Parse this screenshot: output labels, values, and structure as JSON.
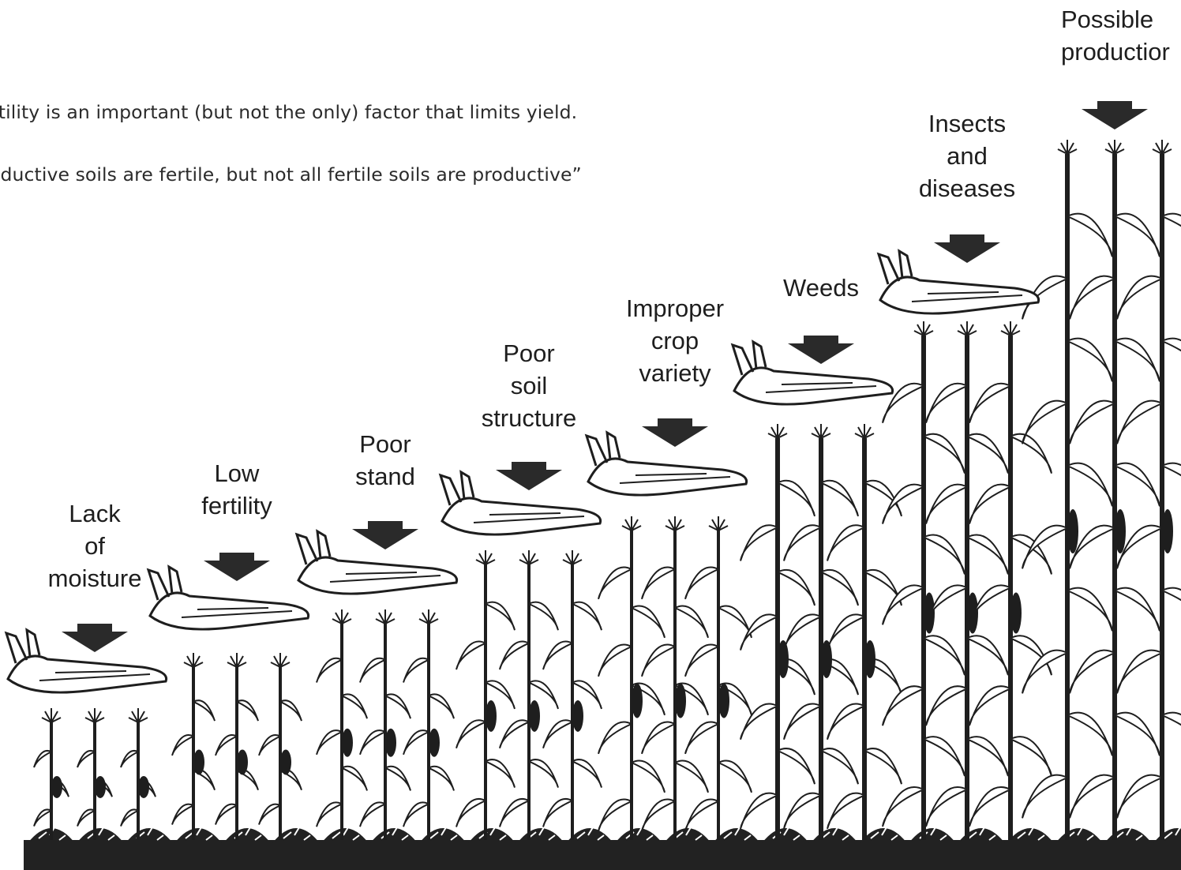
{
  "text": {
    "line1": "rtility is an important (but not the only) factor that limits yield.",
    "line2": "oductive soils are fertile, but not all fertile soils are productive”"
  },
  "factors": [
    {
      "lines": [
        "Lack",
        "of",
        "moisture"
      ]
    },
    {
      "lines": [
        "Low",
        "fertility"
      ]
    },
    {
      "lines": [
        "Poor",
        "stand"
      ]
    },
    {
      "lines": [
        "Poor",
        "soil",
        "structure"
      ]
    },
    {
      "lines": [
        "Improper",
        "crop",
        "variety"
      ]
    },
    {
      "lines": [
        "Weeds"
      ]
    },
    {
      "lines": [
        "Insects",
        "and",
        "diseases"
      ]
    },
    {
      "lines": [
        "Possible",
        "productior"
      ]
    }
  ],
  "colors": {
    "ink": "#1e1e1e",
    "arrow": "#2a2a2a",
    "soil": "#222222"
  }
}
